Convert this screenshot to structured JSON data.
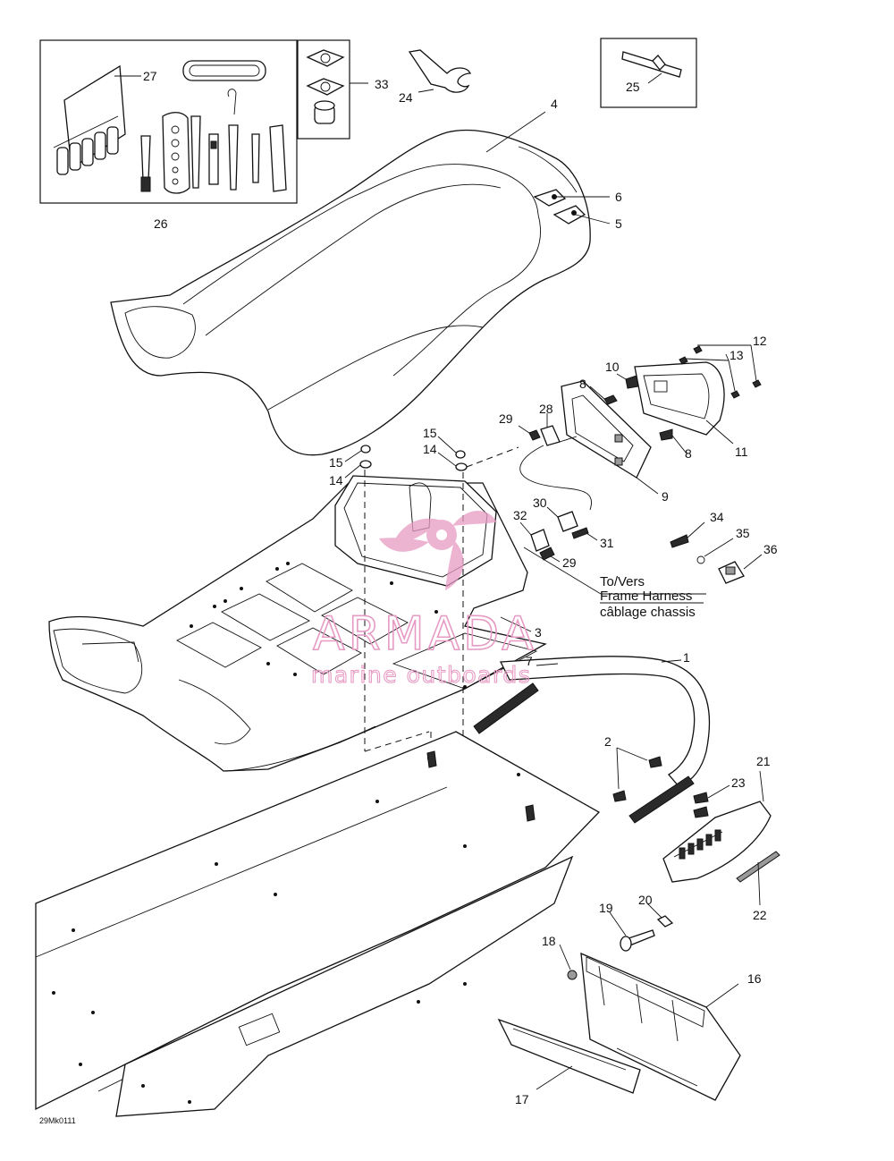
{
  "diagram": {
    "drawing_code": "29Mk0111",
    "harness_note": {
      "line1": "To/Vers",
      "line2": "Frame Harness",
      "line3": "câblage chassis"
    },
    "watermark": {
      "name": "ARMADA",
      "tagline": "marine outboards",
      "color": "#e79bc4"
    },
    "callouts": [
      "1",
      "2",
      "3",
      "4",
      "5",
      "6",
      "7",
      "8",
      "8",
      "9",
      "10",
      "11",
      "12",
      "13",
      "14",
      "14",
      "15",
      "15",
      "16",
      "17",
      "18",
      "19",
      "20",
      "21",
      "22",
      "23",
      "24",
      "25",
      "26",
      "27",
      "28",
      "29",
      "29",
      "30",
      "31",
      "32",
      "33",
      "34",
      "35",
      "36"
    ]
  }
}
